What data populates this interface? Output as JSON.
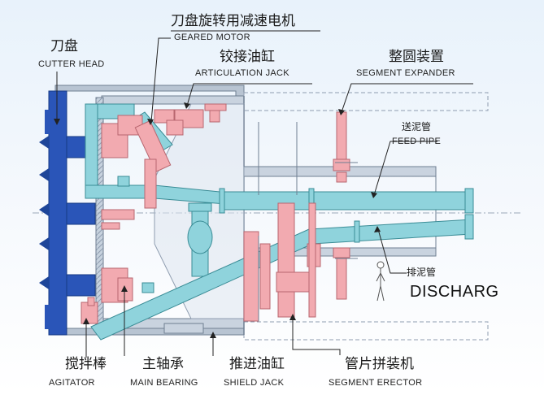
{
  "labels": {
    "cutter_head_cn": "刀盘",
    "cutter_head_en": "CUTTER HEAD",
    "geared_motor_cn": "刀盘旋转用减速电机",
    "geared_motor_en": "GEARED MOTOR",
    "articulation_cn": "铰接油缸",
    "articulation_en": "ARTICULATION JACK",
    "expander_cn": "整圆装置",
    "expander_en": "SEGMENT EXPANDER",
    "feed_pipe_cn": "送泥管",
    "feed_pipe_en": "FEED PIPE",
    "discharge_cn": "排泥管",
    "discharge_en": "DISCHARG",
    "agitator_cn": "搅拌棒",
    "agitator_en": "AGITATOR",
    "main_bearing_cn": "主轴承",
    "main_bearing_en": "MAIN BEARING",
    "shield_jack_cn": "推进油缸",
    "shield_jack_en": "SHIELD JACK",
    "erector_cn": "管片拼装机",
    "erector_en": "SEGMENT ERECTOR"
  },
  "colors": {
    "cutter": "#2a55b8",
    "pipe": "#8fd3dc",
    "pipe_edge": "#3a8c96",
    "steel": "#a9b8c9",
    "steel_edge": "#6f7f92",
    "machinery": "#f2aab0",
    "machinery_edge": "#b8666f",
    "leader": "#222222"
  }
}
